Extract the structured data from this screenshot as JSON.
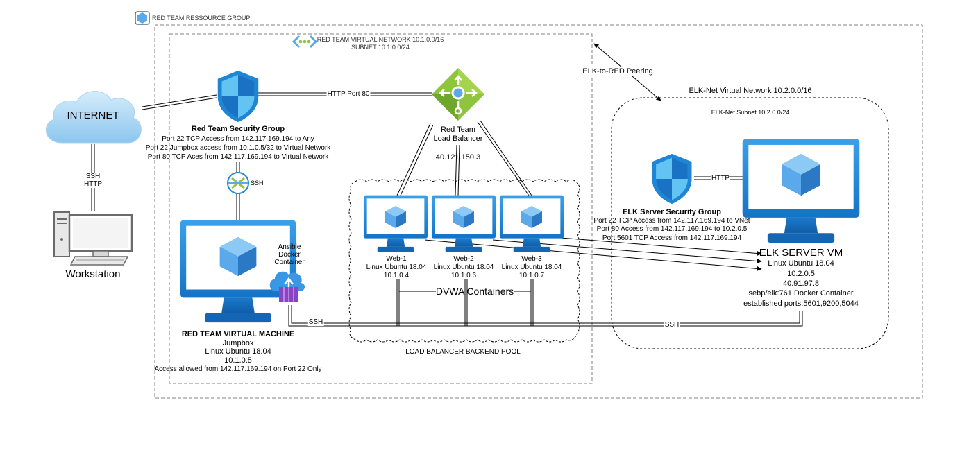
{
  "resource_group": {
    "label": "RED TEAM RESSOURCE GROUP"
  },
  "red_vnet": {
    "line1": "RED TEAM VIRTUAL NETWORK 10.1.0.0/16",
    "line2": "SUBNET 10.1.0.0/24"
  },
  "internet": {
    "label": "INTERNET"
  },
  "workstation": {
    "label": "Workstation",
    "link_label_1": "SSH",
    "link_label_2": "HTTP"
  },
  "red_nsg": {
    "title": "Red Team Security Group",
    "rule1": "Port 22 TCP Access from 142.117.169.194 to Any",
    "rule2": "Port 22 Jumpbox access from 10.1.0.5/32 to Virtual Network",
    "rule3": "Port 80 TCP Aces from 142.117.169.194 to Virtual Network"
  },
  "http_link": {
    "label": "HTTP Port 80"
  },
  "load_balancer": {
    "title1": "Red Team",
    "title2": "Load Balancer",
    "ip": "40.121.150.3"
  },
  "ssh_connector": {
    "label": "SSH"
  },
  "jumpbox": {
    "title": "RED TEAM VIRTUAL MACHINE",
    "role": "Jumpbox",
    "os": "Linux Ubuntu 18.04",
    "ip": "10.1.0.5",
    "access": "Access allowed from 142.117.169.194 on Port 22 Only",
    "container_1": "Ansible",
    "container_2": "Docker",
    "container_3": "Container"
  },
  "web_vms": [
    {
      "name": "Web-1",
      "os": "Linux Ubuntu 18.04",
      "ip": "10.1.0.4"
    },
    {
      "name": "Web-2",
      "os": "Linux Ubuntu 18.04",
      "ip": "10.1.0.6"
    },
    {
      "name": "Web-3",
      "os": "Linux Ubuntu 18.04",
      "ip": "10.1.0.7"
    }
  ],
  "dvwa": {
    "label": "DVWA Containers"
  },
  "backend_pool": {
    "label": "LOAD BALANCER BACKEND POOL"
  },
  "ssh_bottom": {
    "label_1": "SSH",
    "label_2": "SSH"
  },
  "peering": {
    "label": "ELK-to-RED Peering"
  },
  "elk_vnet": {
    "label": "ELK-Net Virtual Network 10.2.0.0/16",
    "subnet": "ELK-Net Subnet 10.2.0.0/24"
  },
  "elk_nsg": {
    "title": "ELK Server Security Group",
    "rule1": "Port 22 TCP Access from 142.117.169.194 to VNet",
    "rule2": "Port 80 Access from 142.117.169.194 to 10.2.0.5",
    "rule3": "Port 5601 TCP Access from 142.117.169.194"
  },
  "elk_http": {
    "label": "HTTP"
  },
  "elk_vm": {
    "title": "ELK SERVER VM",
    "os": "Linux Ubuntu 18.04",
    "private_ip": "10.2.0.5",
    "public_ip": "40.91.97.8",
    "container": "sebp/elk:761 Docker Container",
    "ports": "established ports:5601,9200,5044"
  },
  "colors": {
    "azure_blue": "#1f86d6",
    "azure_light": "#63b8ef",
    "lb_green": "#8fc43e",
    "border_gray": "#808080"
  },
  "icons": [
    "resource-group-icon",
    "vnet-icon",
    "cloud-icon",
    "desktop-computer-icon",
    "shield-icon",
    "load-balancer-icon",
    "vpn-connection-icon",
    "monitor-vm-icon",
    "container-instance-icon"
  ]
}
